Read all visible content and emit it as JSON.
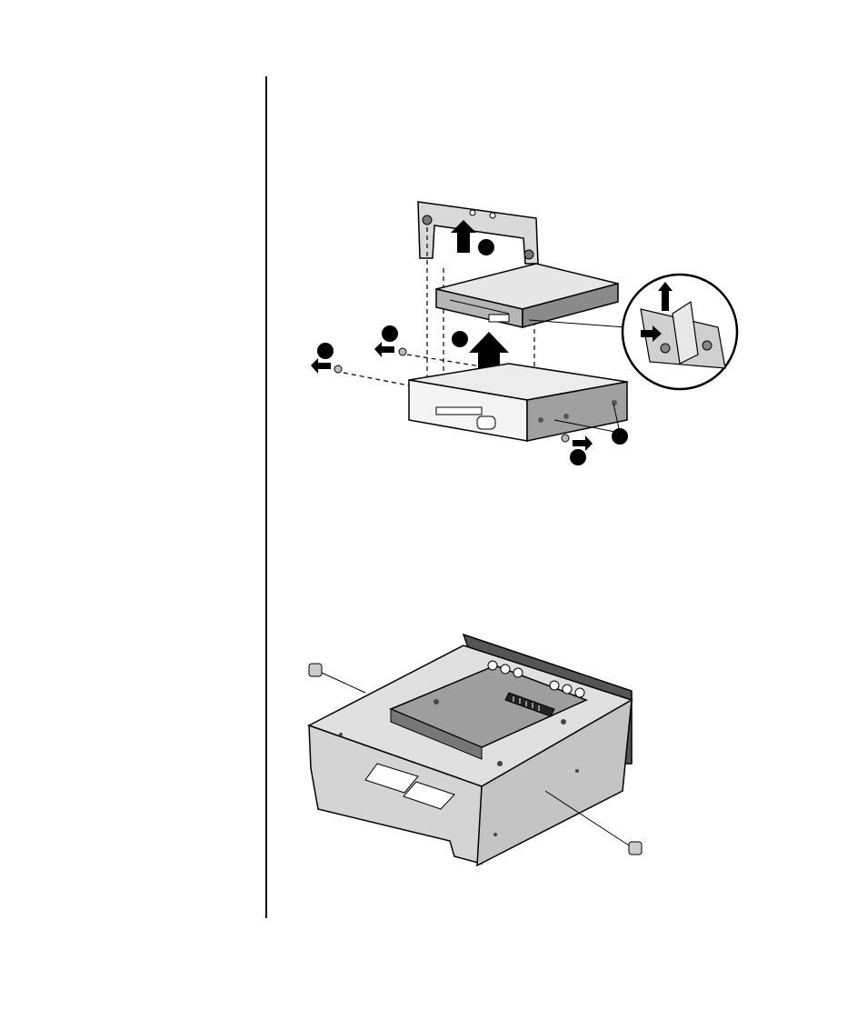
{
  "page": {
    "background": "#ffffff",
    "rule_color": "#000000"
  },
  "figures": [
    {
      "id": "exploded-view",
      "icon": "diskette-drive-removal-diagram",
      "callout_markers": 6,
      "callout_label_text": ""
    },
    {
      "id": "bracket-view",
      "icon": "drive-bracket-screws-diagram"
    }
  ],
  "colors": {
    "metal_light": "#d9d9d9",
    "metal_mid": "#a8a8a8",
    "metal_dark": "#4a4a4a",
    "outline": "#000000",
    "marker": "#000000"
  }
}
